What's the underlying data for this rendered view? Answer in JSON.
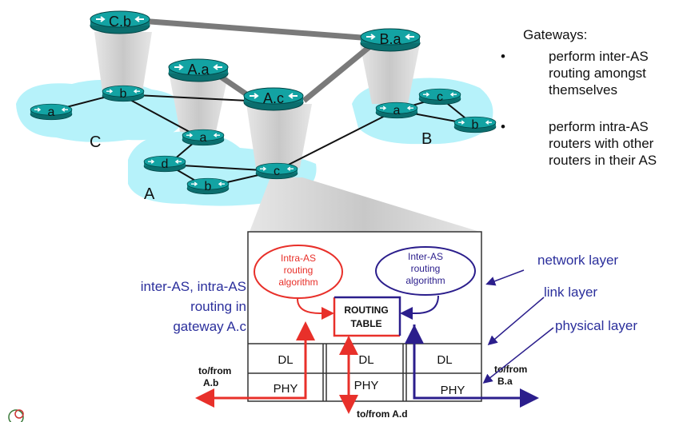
{
  "network": {
    "as_labels": {
      "A": "A",
      "B": "B",
      "C": "C"
    },
    "routers": {
      "C_b": "C.b",
      "A_a_top": "A.a",
      "A_c_top": "A.c",
      "B_a_top": "B.a",
      "c_b": "b",
      "c_a": "a",
      "a_a": "a",
      "a_d": "d",
      "a_b": "b",
      "a_c": "c",
      "b_a": "a",
      "b_c": "c",
      "b_b": "b"
    }
  },
  "gateways": {
    "title": "Gateways:",
    "bullets": [
      "perform inter-AS routing amongst themselves",
      "perform intra-AS routers with other routers in their AS"
    ]
  },
  "gateway_detail": {
    "caption": "inter-AS, intra-AS\nrouting in\ngateway A.c",
    "intra_algo": {
      "line1": "Intra-AS",
      "line2": "routing",
      "line3": "algorithm"
    },
    "inter_algo": {
      "line1": "Inter-AS",
      "line2": "routing",
      "line3": "algorithm"
    },
    "routing_table": {
      "line1": "ROUTING",
      "line2": "TABLE"
    },
    "dl": [
      "DL",
      "DL",
      "DL"
    ],
    "phy": [
      "PHY",
      "PHY",
      "PHY"
    ],
    "to_from_Ab": {
      "line1": "to/from",
      "line2": "A.b"
    },
    "to_from_Ba": {
      "line1": "to/from",
      "line2": "B.a"
    },
    "to_from_Ad": "to/from  A.d"
  },
  "layer_labels": {
    "network": "network layer",
    "link": "link layer",
    "physical": "physical layer"
  },
  "colors": {
    "router": "#0e8c8c",
    "as_cloud": "#b6f2fa",
    "intra": "#e8302a",
    "inter": "#2b1e8c"
  }
}
